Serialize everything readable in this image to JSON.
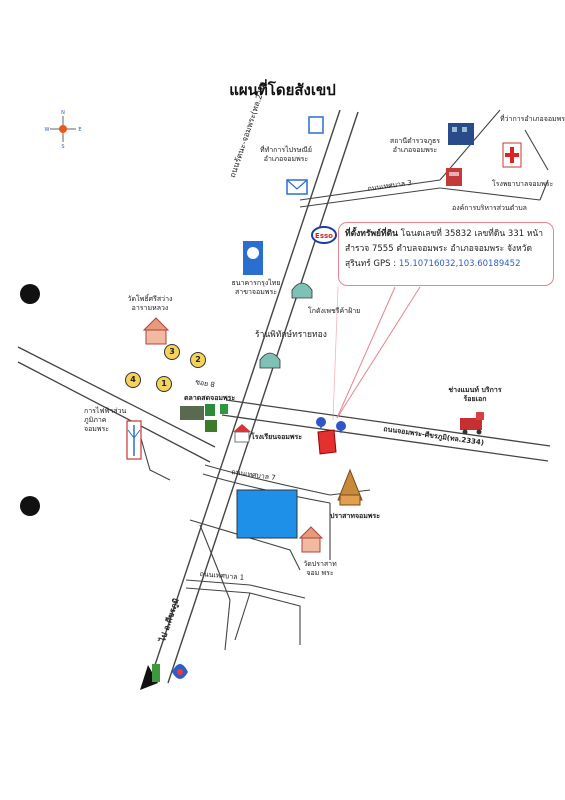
{
  "title": "แผนที่โดยสังเขป",
  "compass": {
    "n": "N",
    "s": "S",
    "w": "W",
    "e": "E"
  },
  "info_box": {
    "heading": "ที่ตั้งทรัพย์ที่ดิน",
    "line1": "โฉนดเลขที่ 35832 เลขที่ดิน 331 หน้า",
    "line2": "สำรวจ 7555 ตำบลจอมพระ อำเภอจอมพระ จังหวัด",
    "line3_prefix": "สุรินทร์ GPS : ",
    "gps": "15.10716032,103.60189452"
  },
  "labels": {
    "district_office": "ที่ว่าการอำเภอจอมพระ",
    "hospital": "โรงพยาบาลจอมพระ",
    "police": "สถานีตำรวจภูธร อำเภอจอมพระ",
    "tao": "องค์การบริหารส่วนตำบล",
    "post": "ที่ทำการไปรษณีย์ อำเภอจอมพระ",
    "bank": "ธนาคารกรุงไทย สาขาจอมพระ",
    "gold": "ร้านพิทักษ์ทรายทอง",
    "pet": "โกดังเพชรีค้าฝ้าย",
    "temple": "วัดโพธิ์ศรีสว่าง อารามหลวง",
    "pea": "การไฟฟ้าส่วน ภูมิภาค จอมพระ",
    "market": "ตลาดสดจอมพระ",
    "school": "โรงเรียนจอมพระ",
    "garage": "ช่างแมนท์ บริการร้อยเอก",
    "chedi": "ปราสาทจอมพระ",
    "wat2": "วัดปราสาทจอม พระ",
    "road_main": "ถนนรัตนะ-จอมพระ(ทล.214)",
    "road_south": "ไป อ.ศีขรภูมิ",
    "road_east": "ถนนจอมพระ-ศีขรภูมิ(ทล.2334)",
    "soi3": "ถนนเทศบาล 3",
    "soi7": "ถนนเทศบาล 7",
    "soi1": "ถนนเทศบาล 1",
    "soi8": "ซอย 8",
    "esso": "Esso"
  },
  "markers": [
    "1",
    "2",
    "3",
    "4"
  ],
  "colors": {
    "road": "#444444",
    "pond": "#1e90e8",
    "callout": "#e8838f",
    "marker_blue": "#2e56c9"
  }
}
